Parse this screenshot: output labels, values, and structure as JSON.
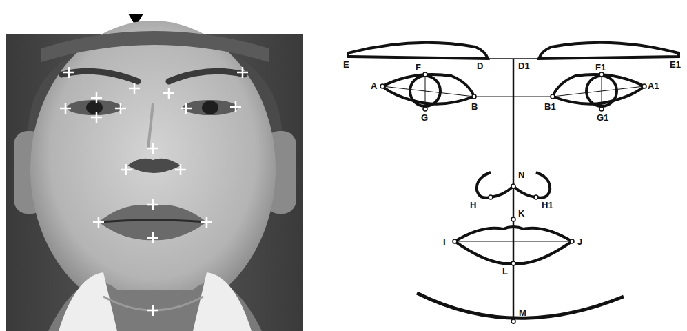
{
  "diagram": {
    "labels": [
      "F",
      "F1",
      "E",
      "D",
      "D1",
      "E1",
      "A",
      "A1",
      "B",
      "B1",
      "G",
      "G1",
      "N",
      "H",
      "H1",
      "K",
      "I",
      "J",
      "L",
      "M"
    ]
  }
}
